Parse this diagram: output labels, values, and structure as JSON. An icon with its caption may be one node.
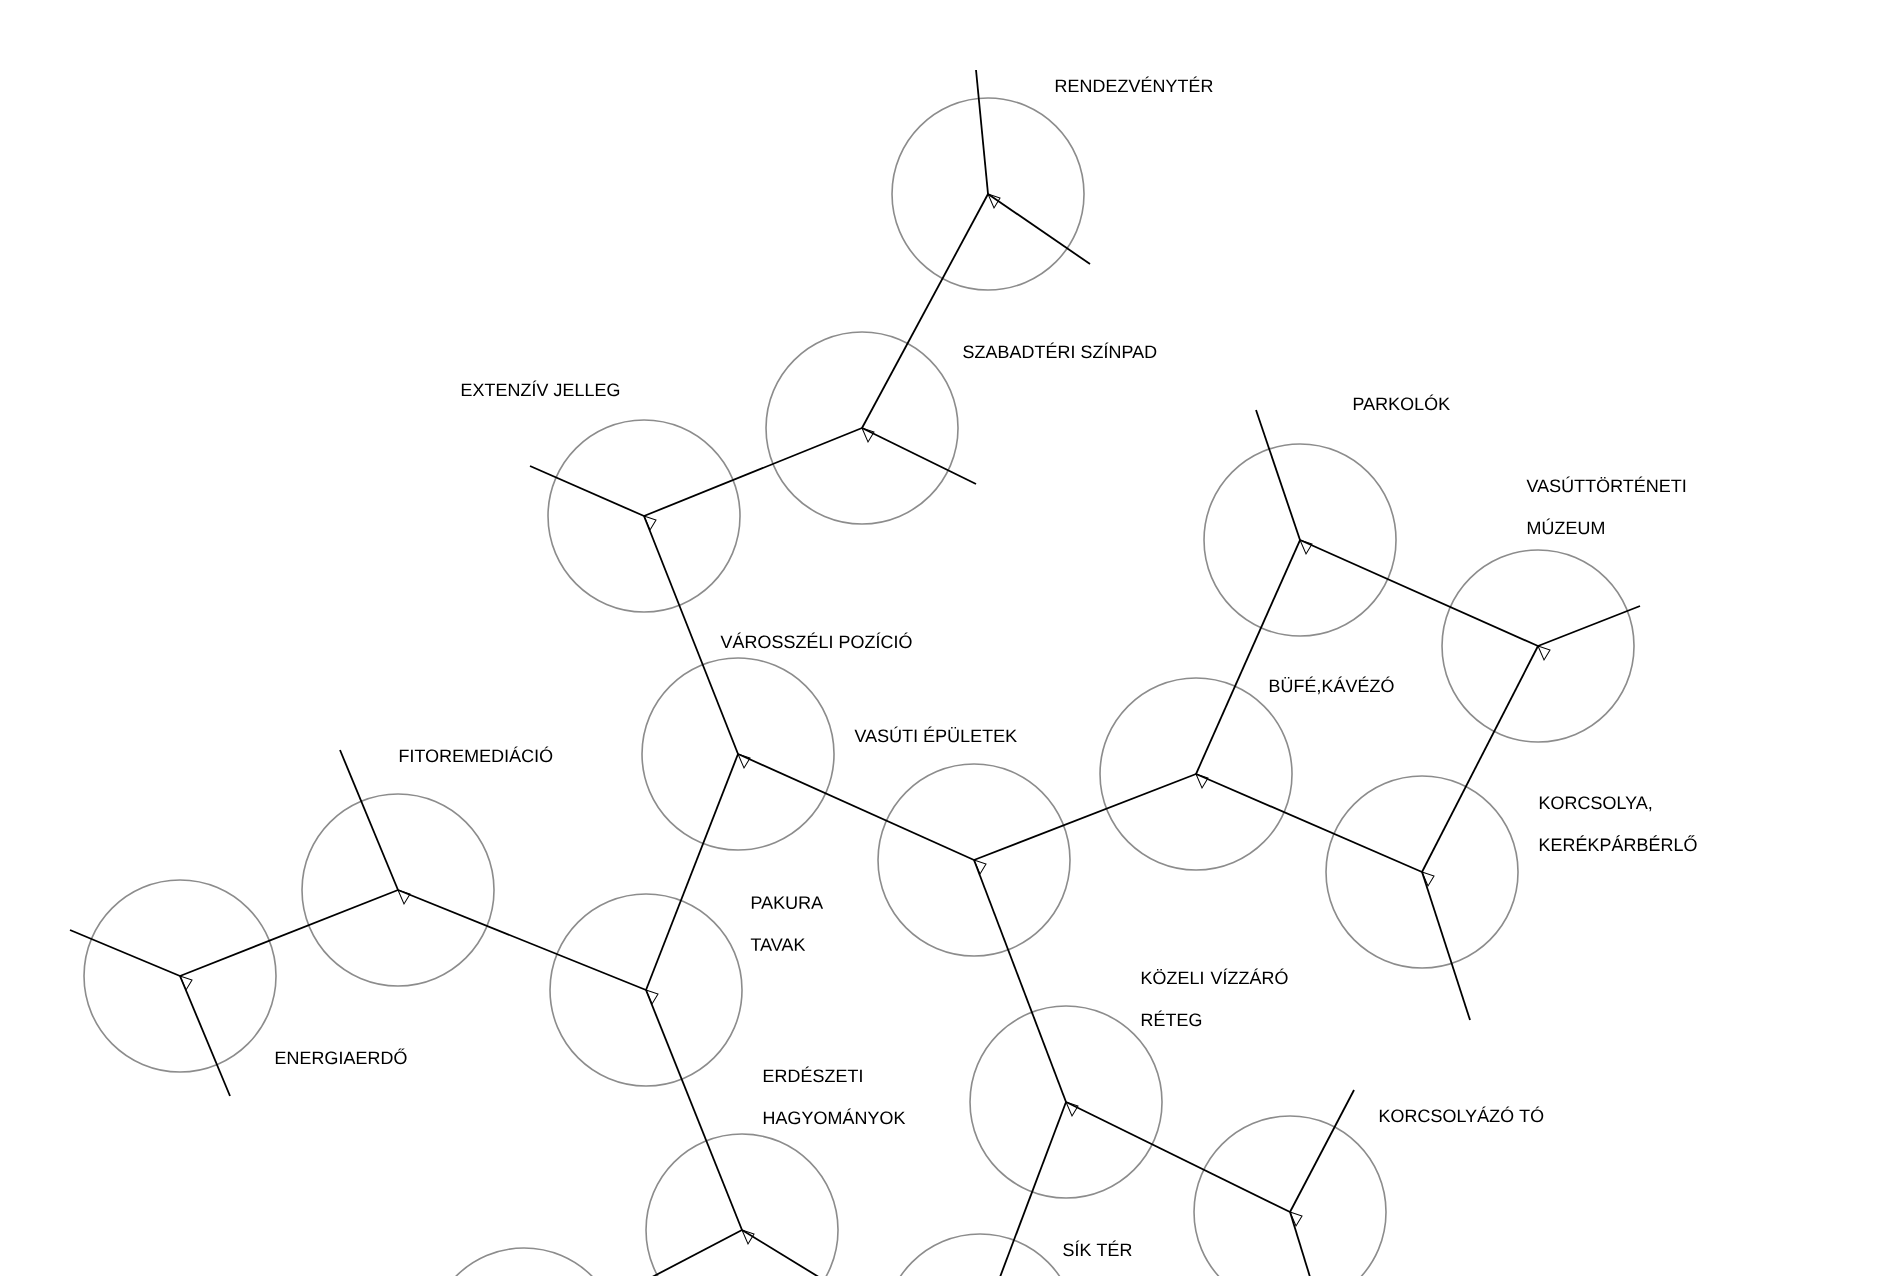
{
  "diagram": {
    "nodes": [
      {
        "text": [],
        "shape": "circle",
        "beside": [
          "RENDEZVÉNYTÉR"
        ]
      },
      {
        "text": [],
        "shape": "circle",
        "beside": [
          "SZABADTÉRI SZÍNPAD"
        ]
      },
      {
        "text": [],
        "shape": "circle",
        "beside": [
          "PARKOLÓK"
        ]
      },
      {
        "text": [],
        "shape": "circle",
        "beside": [
          "EXTENZÍV JELLEG"
        ]
      },
      {
        "text": [],
        "shape": "circle",
        "beside": [
          "VASÚTTÖRTÉNETI MÚZEUM"
        ]
      },
      {
        "text": [],
        "shape": "circle",
        "beside": [
          "VÁROSSZÉLI POZÍCIÓ"
        ]
      },
      {
        "text": [],
        "shape": "circle",
        "beside": [
          "BÜFÉ,KÁVÉZÓ"
        ]
      },
      {
        "text": [],
        "shape": "circle",
        "beside": [
          "VASÚTI ÉPÜLETEK"
        ]
      },
      {
        "text": [],
        "shape": "circle",
        "beside": [
          "FITOREMEDIÁCIÓ"
        ]
      },
      {
        "text": [],
        "shape": "circle",
        "beside": [
          "KORCSOLYA, KERÉKPÁRBÉRLŐ"
        ]
      },
      {
        "text": [],
        "shape": "circle",
        "beside": [
          "PAKURA TAVAK"
        ]
      },
      {
        "text": [],
        "shape": "circle",
        "beside": [
          "ENERGIAERDŐ"
        ]
      },
      {
        "text": [],
        "shape": "circle",
        "beside": [
          "KÖZELI VÍZZÁRÓ RÉTEG"
        ]
      },
      {
        "text": [],
        "shape": "circle",
        "beside": [
          "ERDÉSZETI HAGYOMÁNYOK"
        ]
      },
      {
        "text": [],
        "shape": "circle",
        "beside": [
          "KORCSOLYÁZÓ TÓ"
        ]
      },
      {
        "text": [],
        "shape": "circle",
        "beside": [
          "SÍK TÉR"
        ]
      },
      {
        "text": [],
        "shape": "circle"
      }
    ],
    "edges": [
      {
        "from": 0,
        "to": 1,
        "arrow": "none"
      },
      {
        "from": 1,
        "to": 3,
        "arrow": "none"
      },
      {
        "from": 3,
        "to": 5,
        "arrow": "none"
      },
      {
        "from": 5,
        "to": 7,
        "arrow": "none"
      },
      {
        "from": 5,
        "to": 10,
        "arrow": "none"
      },
      {
        "from": 7,
        "to": 6,
        "arrow": "none"
      },
      {
        "from": 7,
        "to": 12,
        "arrow": "none"
      },
      {
        "from": 6,
        "to": 2,
        "arrow": "none"
      },
      {
        "from": 6,
        "to": 9,
        "arrow": "none"
      },
      {
        "from": 2,
        "to": 4,
        "arrow": "none"
      },
      {
        "from": 4,
        "to": 9,
        "arrow": "none"
      },
      {
        "from": 8,
        "to": 11,
        "arrow": "none"
      },
      {
        "from": 8,
        "to": 10,
        "arrow": "none"
      },
      {
        "from": 10,
        "to": 13,
        "arrow": "none"
      },
      {
        "from": 13,
        "to": 16,
        "arrow": "none"
      },
      {
        "from": 12,
        "to": 15,
        "arrow": "none"
      },
      {
        "from": 12,
        "to": 14,
        "arrow": "none"
      }
    ]
  }
}
